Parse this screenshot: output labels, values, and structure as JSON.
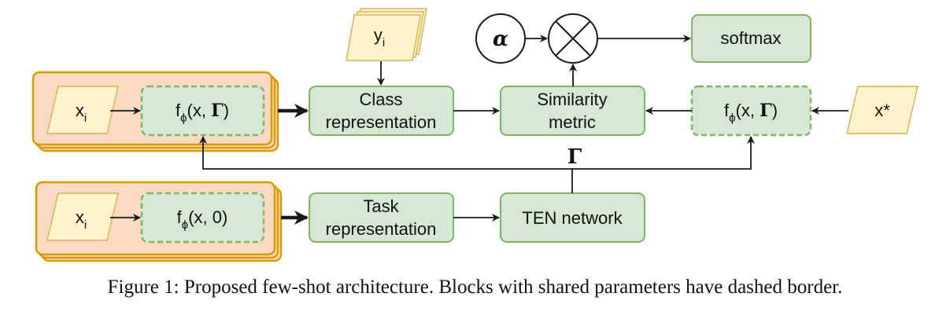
{
  "nodes": {
    "y_i": {
      "main": "y",
      "sub": "i"
    },
    "alpha": {
      "label": "α"
    },
    "softmax": {
      "label": "softmax"
    },
    "support_x": {
      "main": "x",
      "sub": "i"
    },
    "support_f": {
      "pre": "f",
      "sub": "ϕ",
      "post": "(x, ",
      "bold": "Γ",
      "tail": ")"
    },
    "class_rep": {
      "line1": "Class",
      "line2": "representation"
    },
    "similarity": {
      "line1": "Similarity",
      "line2": "metric"
    },
    "query_f": {
      "pre": "f",
      "sub": "ϕ",
      "post": "(x, ",
      "bold": "Γ",
      "tail": ")"
    },
    "query_x": {
      "label": "x*"
    },
    "gamma": {
      "label": "Γ"
    },
    "task_x": {
      "main": "x",
      "sub": "i"
    },
    "task_f": {
      "pre": "f",
      "sub": "ϕ",
      "post": "(x, 0)"
    },
    "task_rep": {
      "line1": "Task",
      "line2": "representation"
    },
    "ten": {
      "label": "TEN network"
    }
  },
  "caption": "Figure 1: Proposed few-shot architecture. Blocks with shared parameters have dashed border.",
  "colors": {
    "green_fill": "#d5e8d4",
    "green_stroke": "#82b366",
    "yellow_fill": "#fff2cc",
    "yellow_stroke": "#d6b656",
    "orange_fill": "#fad9c3",
    "orange_stroke": "#d79b00",
    "arrow": "#1a1a1a"
  }
}
